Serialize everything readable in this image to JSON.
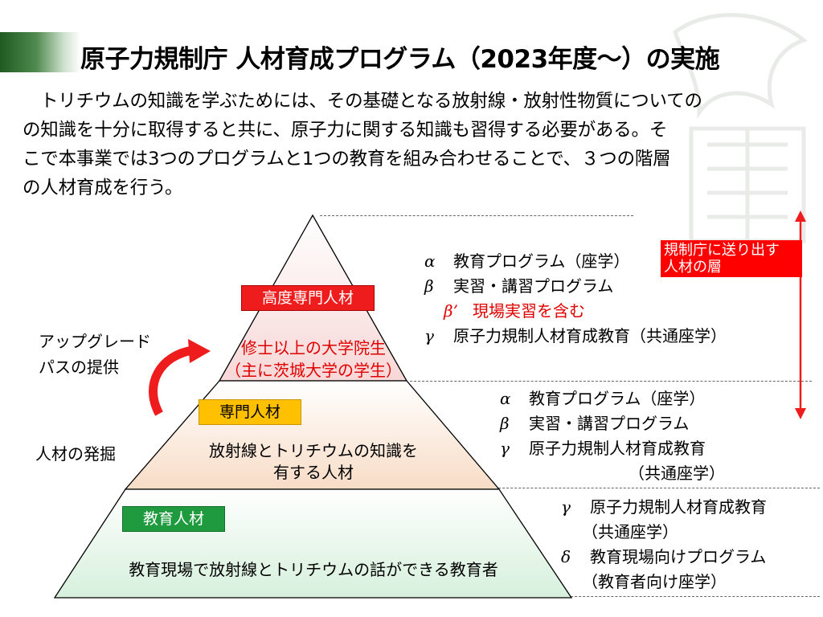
{
  "title": "原子力規制庁 人材育成プログラム（2023年度～）の実施",
  "intro_lines": [
    "トリチウムの知識を学ぶためには、その基礎となる放射線・放射性物質についての知識を十分に取得すると共に、原子力に関する知識も習得する必要がある。そこで本事業では3つのプログラムと1つの教育を組み合わせることで、３つの階層の人材育成を行う。"
  ],
  "intro": {
    "l1": "トリチウムの知識を学ぶためには、その基礎となる放射線・放射性物質についての",
    "l2": "の知識を十分に取得すると共に、原子力に関する知識も習得する必要がある。そ",
    "l3": "こで本事業では3つのプログラムと1つの教育を組み合わせることで、３つの階層",
    "l4": "の人材育成を行う。"
  },
  "pyramid": {
    "top": {
      "tag": "高度専門人材",
      "line1": "修士以上の大学院生",
      "line2": "（主に茨城大学の学生）",
      "programs": [
        {
          "sym": "α",
          "text": "教育プログラム（座学）"
        },
        {
          "sym": "β",
          "text": "実習・講習プログラム"
        },
        {
          "sym": "β’",
          "text": "現場実習を含む"
        },
        {
          "sym": "γ",
          "text": "原子力規制人材育成教育（共通座学）"
        }
      ]
    },
    "middle": {
      "tag": "専門人材",
      "line1": "放射線とトリチウムの知識を",
      "line2": "有する人材",
      "programs": [
        {
          "sym": "α",
          "text": "教育プログラム（座学）"
        },
        {
          "sym": "β",
          "text": "実習・講習プログラム"
        },
        {
          "sym": "γ",
          "text": "原子力規制人材育成教育"
        },
        {
          "sym": "",
          "text": "（共通座学）"
        }
      ]
    },
    "bottom": {
      "tag": "教育人材",
      "line1": "教育現場で放射線とトリチウムの話ができる教育者",
      "programs": [
        {
          "sym": "γ",
          "text": "原子力規制人材育成教育"
        },
        {
          "sym": "",
          "text": "（共通座学）"
        },
        {
          "sym": "δ",
          "text": "教育現場向けプログラム"
        },
        {
          "sym": "",
          "text": "（教育者向け座学）"
        }
      ]
    }
  },
  "left_labels": {
    "upgrade_line1": "アップグレード",
    "upgrade_line2": "パスの提供",
    "discovery": "人材の発掘"
  },
  "output_label": {
    "line1": "規制庁に送り出す",
    "line2": "人材の層"
  },
  "colors": {
    "accent_red": "#ee1c1c",
    "accent_yellow": "#ffc000",
    "accent_green": "#1f9a3e",
    "top_fill": "#fbe4e4",
    "middle_fill": "#fbe6d6",
    "bottom_fill": "#e4f5e8"
  }
}
